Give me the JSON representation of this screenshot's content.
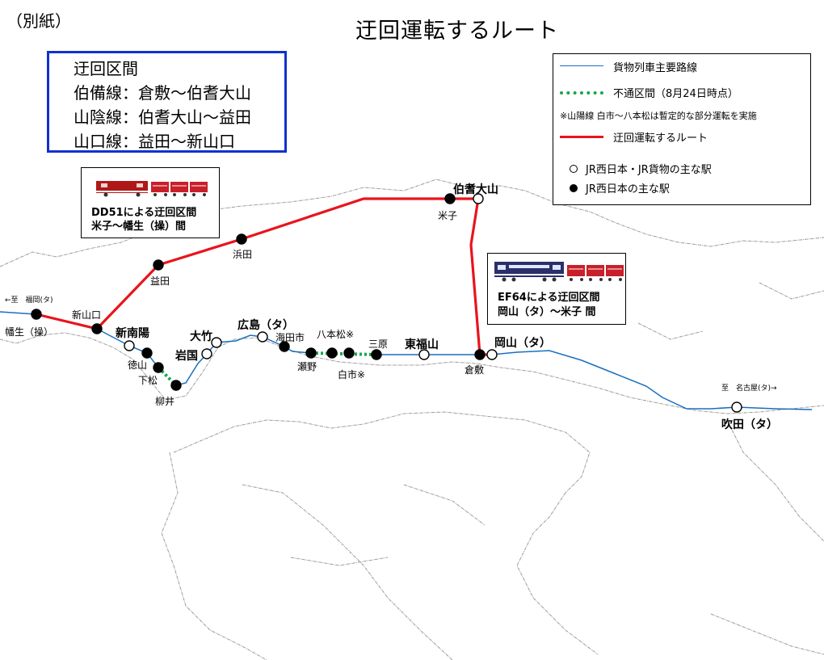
{
  "document_label": "（別紙）",
  "title": "迂回運転するルート",
  "detour_box": {
    "heading": "迂回区間",
    "lines": [
      "伯備線：倉敷～伯耆大山",
      "山陰線：伯耆大山～益田",
      "山口線：益田～新山口"
    ]
  },
  "legend": {
    "main_line": "貨物列車主要路線",
    "closed_section": "不通区間（8月24日時点）",
    "note": "※山陽線 白市～八本松は暫定的な部分運転を実施",
    "detour_route": "迂回運転するルート",
    "station_freight": "JR西日本・JR貨物の主な駅",
    "station_jrw": "JR西日本の主な駅"
  },
  "callouts": {
    "dd51": [
      "DD51による迂回区間",
      "米子～幡生（操）間"
    ],
    "ef64": [
      "EF64による迂回区間",
      "岡山（タ）～米子 間"
    ]
  },
  "directions": {
    "to_fukuoka": "←至　福岡(タ)",
    "to_nagoya": "至　名古屋(タ)→"
  },
  "stations": [
    {
      "name": "幡生（操）",
      "type": "filled",
      "emphasis": "normal"
    },
    {
      "name": "新山口",
      "type": "filled",
      "emphasis": "normal"
    },
    {
      "name": "新南陽",
      "type": "open",
      "emphasis": "big"
    },
    {
      "name": "徳山",
      "type": "filled",
      "emphasis": "normal"
    },
    {
      "name": "下松",
      "type": "filled",
      "emphasis": "normal"
    },
    {
      "name": "柳井",
      "type": "filled",
      "emphasis": "normal"
    },
    {
      "name": "岩国",
      "type": "open",
      "emphasis": "big"
    },
    {
      "name": "大竹",
      "type": "open",
      "emphasis": "big"
    },
    {
      "name": "広島（タ）",
      "type": "open",
      "emphasis": "big"
    },
    {
      "name": "海田市",
      "type": "filled",
      "emphasis": "normal"
    },
    {
      "name": "瀬野",
      "type": "filled",
      "emphasis": "normal"
    },
    {
      "name": "八本松※",
      "type": "filled",
      "emphasis": "normal"
    },
    {
      "name": "白市※",
      "type": "filled",
      "emphasis": "normal"
    },
    {
      "name": "三原",
      "type": "filled",
      "emphasis": "normal"
    },
    {
      "name": "東福山",
      "type": "open",
      "emphasis": "big"
    },
    {
      "name": "倉敷",
      "type": "filled",
      "emphasis": "normal"
    },
    {
      "name": "岡山（タ）",
      "type": "open",
      "emphasis": "big"
    },
    {
      "name": "吹田（タ）",
      "type": "open",
      "emphasis": "big"
    },
    {
      "name": "益田",
      "type": "filled",
      "emphasis": "normal"
    },
    {
      "name": "浜田",
      "type": "filled",
      "emphasis": "normal"
    },
    {
      "name": "米子",
      "type": "filled",
      "emphasis": "normal"
    },
    {
      "name": "伯耆大山",
      "type": "open",
      "emphasis": "big"
    }
  ],
  "colors": {
    "main_line": "#1a6fc0",
    "closed_section": "#1aa64a",
    "detour_route": "#e8141c",
    "box_border": "#1030d0",
    "land_outline": "#9a9a9a"
  },
  "icons": [
    "dd51-locomotive-icon",
    "ef64-locomotive-icon",
    "freight-car-icon"
  ]
}
